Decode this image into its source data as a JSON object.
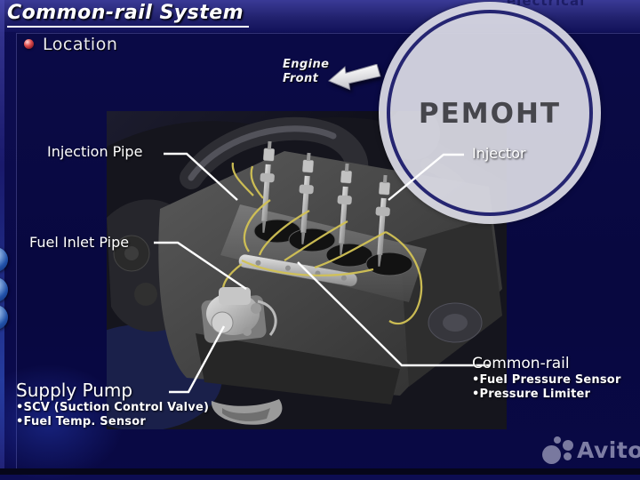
{
  "header": {
    "title": "Common-rail System"
  },
  "section": {
    "heading": "Location"
  },
  "engine_direction": {
    "line1": "Engine",
    "line2": "Front"
  },
  "callouts": {
    "injection_pipe": {
      "label": "Injection Pipe"
    },
    "injector": {
      "label": "Injector"
    },
    "fuel_inlet_pipe": {
      "label": "Fuel Inlet Pipe"
    },
    "supply_pump": {
      "title": "Supply Pump",
      "bullets": [
        "•SCV (Suction Control Valve)",
        "•Fuel Temp. Sensor"
      ]
    },
    "common_rail": {
      "title": "Common-rail",
      "bullets": [
        "•Fuel Pressure Sensor",
        "•Pressure Limiter"
      ]
    }
  },
  "overlays": {
    "stamp_text": "РЕМОНТ",
    "clipped_top_text": "electrical",
    "brand": "Avito"
  },
  "colors": {
    "background": "#0b0b4d",
    "pipe_yellow": "#d2c255",
    "stamp_fill": "#dbdbe5",
    "stamp_ring": "#1b1b6b",
    "label_text": "#ffffff"
  }
}
